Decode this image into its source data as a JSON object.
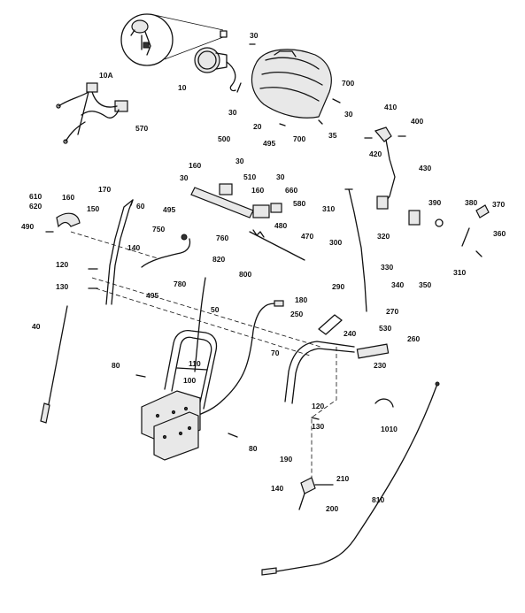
{
  "callouts": [
    {
      "id": "c10A",
      "label": "10A"
    },
    {
      "id": "c10",
      "label": "10"
    },
    {
      "id": "c30a",
      "label": "30"
    },
    {
      "id": "c30b",
      "label": "30"
    },
    {
      "id": "c30c",
      "label": "30"
    },
    {
      "id": "c30d",
      "label": "30"
    },
    {
      "id": "c30e",
      "label": "30"
    },
    {
      "id": "c30f",
      "label": "30"
    },
    {
      "id": "c20",
      "label": "20"
    },
    {
      "id": "c700a",
      "label": "700"
    },
    {
      "id": "c700b",
      "label": "700"
    },
    {
      "id": "c35",
      "label": "35"
    },
    {
      "id": "c495a",
      "label": "495"
    },
    {
      "id": "c570",
      "label": "570"
    },
    {
      "id": "c410",
      "label": "410"
    },
    {
      "id": "c400",
      "label": "400"
    },
    {
      "id": "c420",
      "label": "420"
    },
    {
      "id": "c430",
      "label": "430"
    },
    {
      "id": "c500",
      "label": "500"
    },
    {
      "id": "c160a",
      "label": "160"
    },
    {
      "id": "c510",
      "label": "510"
    },
    {
      "id": "c160b",
      "label": "160"
    },
    {
      "id": "c660",
      "label": "660"
    },
    {
      "id": "c580",
      "label": "580"
    },
    {
      "id": "c310a",
      "label": "310"
    },
    {
      "id": "c390",
      "label": "390"
    },
    {
      "id": "c380",
      "label": "380"
    },
    {
      "id": "c370",
      "label": "370"
    },
    {
      "id": "c610",
      "label": "610"
    },
    {
      "id": "c620",
      "label": "620"
    },
    {
      "id": "c160c",
      "label": "160"
    },
    {
      "id": "c170",
      "label": "170"
    },
    {
      "id": "c150",
      "label": "150"
    },
    {
      "id": "c60",
      "label": "60"
    },
    {
      "id": "c490",
      "label": "490"
    },
    {
      "id": "c140a",
      "label": "140"
    },
    {
      "id": "c750",
      "label": "750"
    },
    {
      "id": "c495b",
      "label": "495"
    },
    {
      "id": "c760",
      "label": "760"
    },
    {
      "id": "c480",
      "label": "480"
    },
    {
      "id": "c470",
      "label": "470"
    },
    {
      "id": "c300",
      "label": "300"
    },
    {
      "id": "c320",
      "label": "320"
    },
    {
      "id": "c360",
      "label": "360"
    },
    {
      "id": "c330",
      "label": "330"
    },
    {
      "id": "c340",
      "label": "340"
    },
    {
      "id": "c350",
      "label": "350"
    },
    {
      "id": "c310b",
      "label": "310"
    },
    {
      "id": "c820",
      "label": "820"
    },
    {
      "id": "c120a",
      "label": "120"
    },
    {
      "id": "c130a",
      "label": "130"
    },
    {
      "id": "c780",
      "label": "780"
    },
    {
      "id": "c495c",
      "label": "495"
    },
    {
      "id": "c800",
      "label": "800"
    },
    {
      "id": "c290",
      "label": "290"
    },
    {
      "id": "c270",
      "label": "270"
    },
    {
      "id": "c40",
      "label": "40"
    },
    {
      "id": "c50",
      "label": "50"
    },
    {
      "id": "c180",
      "label": "180"
    },
    {
      "id": "c250",
      "label": "250"
    },
    {
      "id": "c240",
      "label": "240"
    },
    {
      "id": "c530",
      "label": "530"
    },
    {
      "id": "c260",
      "label": "260"
    },
    {
      "id": "c70",
      "label": "70"
    },
    {
      "id": "c230",
      "label": "230"
    },
    {
      "id": "c110",
      "label": "110"
    },
    {
      "id": "c80a",
      "label": "80"
    },
    {
      "id": "c100",
      "label": "100"
    },
    {
      "id": "c120b",
      "label": "120"
    },
    {
      "id": "c130b",
      "label": "130"
    },
    {
      "id": "c1010",
      "label": "1010"
    },
    {
      "id": "c80b",
      "label": "80"
    },
    {
      "id": "c190",
      "label": "190"
    },
    {
      "id": "c210",
      "label": "210"
    },
    {
      "id": "c140b",
      "label": "140"
    },
    {
      "id": "c200",
      "label": "200"
    },
    {
      "id": "c810",
      "label": "810"
    }
  ]
}
